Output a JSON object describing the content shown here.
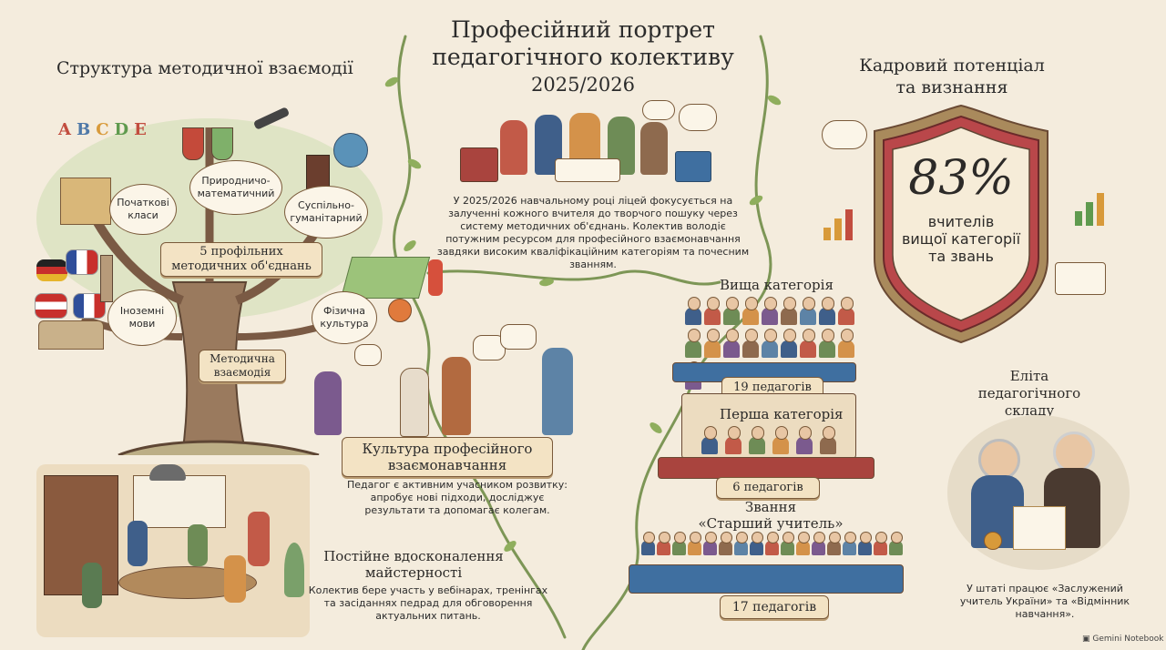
{
  "header": {
    "title_line1": "Професійний портрет",
    "title_line2": "педагогічного колективу",
    "year": "2025/2026"
  },
  "left": {
    "section_title": "Структура методичної взаємодії",
    "tree_banner_line1": "5 профільних",
    "tree_banner_line2": "методичних об'єднань",
    "trunk_banner_line1": "Методична",
    "trunk_banner_line2": "взаємодія",
    "branches": [
      {
        "label_line1": "Початкові",
        "label_line2": "класи"
      },
      {
        "label_line1": "Природничо-",
        "label_line2": "математичний"
      },
      {
        "label_line1": "Суспільно-",
        "label_line2": "гуманітарний"
      },
      {
        "label_line1": "Іноземні",
        "label_line2": "мови"
      },
      {
        "label_line1": "Фізична",
        "label_line2": "культура"
      }
    ],
    "alphabet": [
      "A",
      "B",
      "C",
      "D",
      "E"
    ]
  },
  "center": {
    "intro_text": "У 2025/2026 навчальному році ліцей фокусується на залученні кожного вчителя до творчого пошуку через систему методичних об'єднань. Колектив володіє потужним ресурсом для професійного взаємонавчання завдяки високим кваліфікаційним категоріям та почесним званням.",
    "culture_banner_line1": "Культура професійного",
    "culture_banner_line2": "взаємонавчання",
    "culture_text": "Педагог є активним учасником розвитку: апробує нові підходи, досліджує результати та допомагає колегам.",
    "improvement_title_line1": "Постійне вдосконалення",
    "improvement_title_line2": "майстерності",
    "improvement_text": "Колектив бере участь у вебінарах, тренінгах та засіданнях педрад для обговорення актуальних питань."
  },
  "right": {
    "section_title_line1": "Кадровий потенціал",
    "section_title_line2": "та визнання",
    "shield_value": "83%",
    "shield_label_line1": "вчителів",
    "shield_label_line2": "вищої категорії",
    "shield_label_line3": "та звань",
    "categories": [
      {
        "title": "Вища категорія",
        "count_label": "19 педагогів",
        "count": 19
      },
      {
        "title": "Перша категорія",
        "count_label": "6 педагогів",
        "count": 6
      },
      {
        "title_line1": "Звання",
        "title_line2": "«Старший учитель»",
        "count_label": "17 педагогів",
        "count": 17
      }
    ],
    "elite_title_line1": "Еліта",
    "elite_title_line2": "педагогічного",
    "elite_title_line3": "складу",
    "elite_text": "У штаті працює «Заслужений учитель України» та «Відмінник навчання».",
    "watermark": "Gemini Notebook"
  },
  "colors": {
    "background": "#f4ecdd",
    "ribbon": "#f3e3c4",
    "shield_border": "#b7494a",
    "book_red": "#a9443e",
    "book_blue": "#3f6fa0",
    "vine": "#6d8a4a"
  }
}
